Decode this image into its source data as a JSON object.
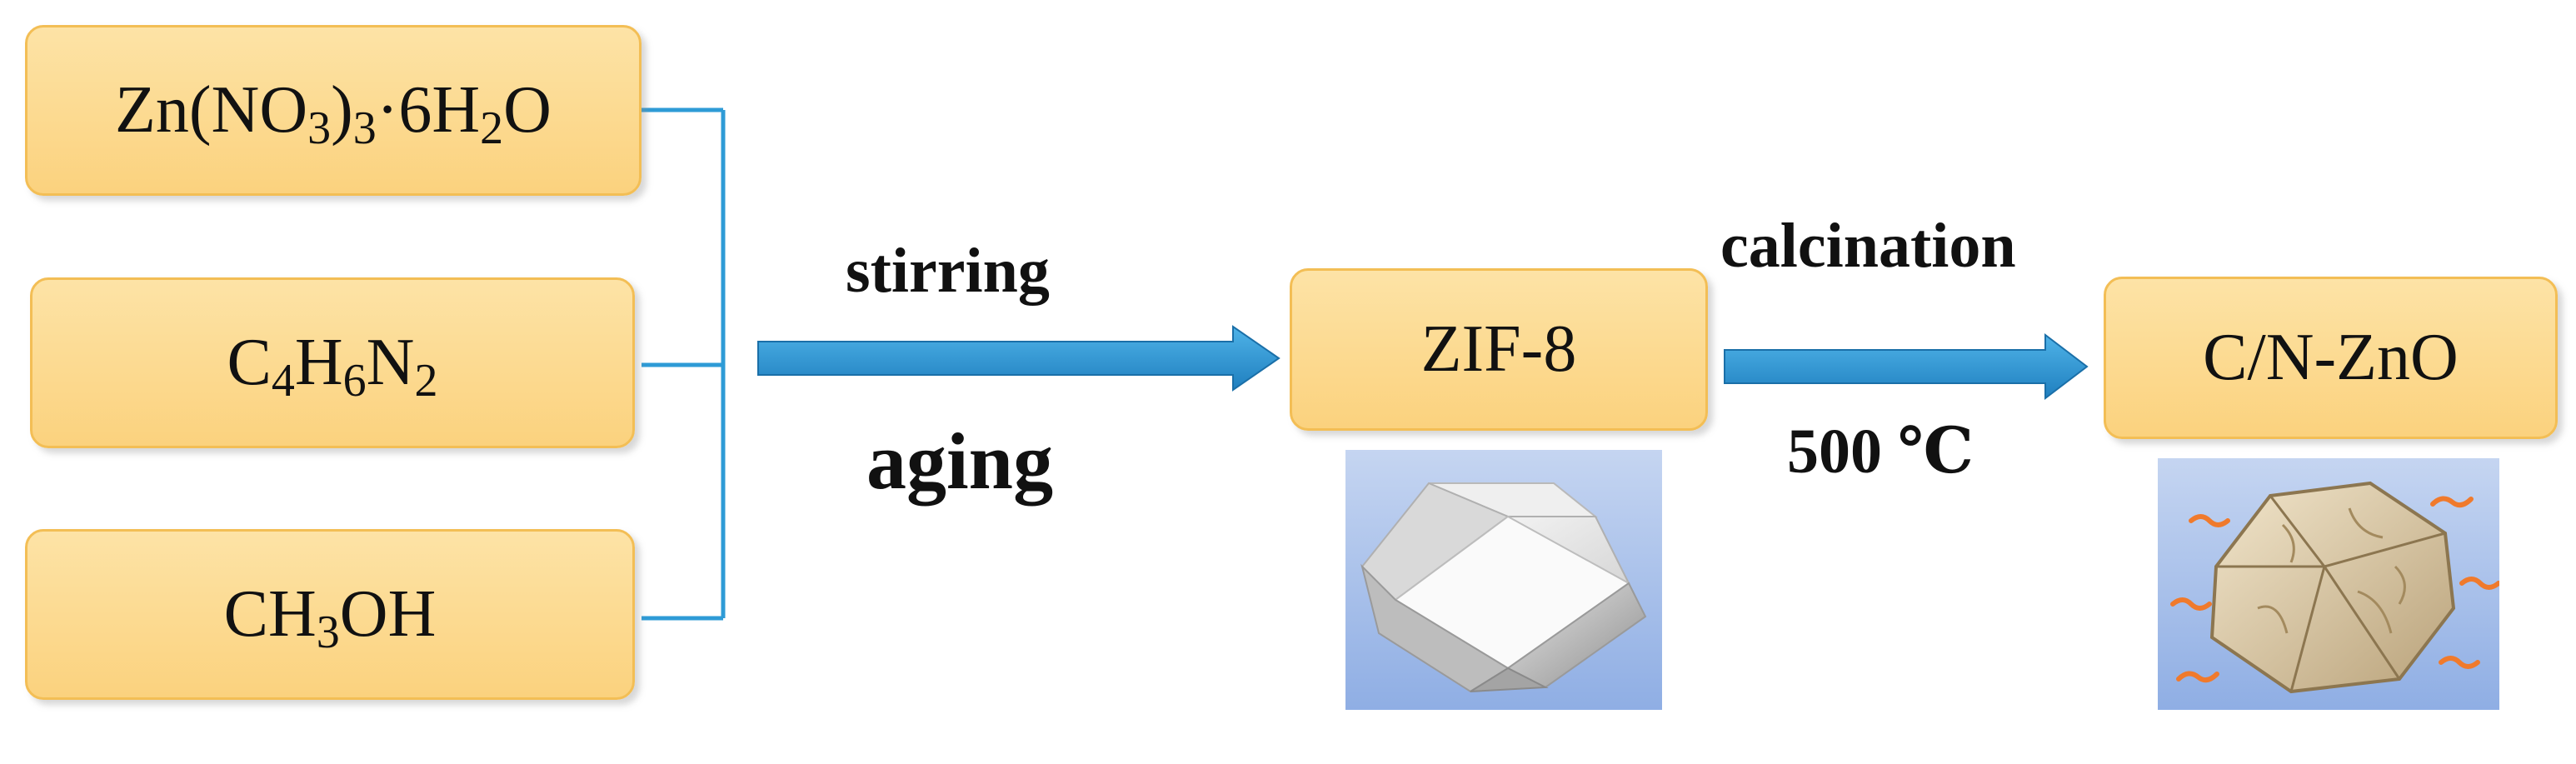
{
  "reactants": [
    {
      "main": "Zn(NO",
      "sub1": "3",
      "mid1": ")",
      "sub2": "3",
      "mid2": "·6H",
      "sub3": "2",
      "tail": "O"
    },
    {
      "main": "C",
      "sub1": "4",
      "mid1": "H",
      "sub2": "6",
      "mid2": "N",
      "sub3": "2",
      "tail": ""
    },
    {
      "main": "CH",
      "sub1": "3",
      "mid1": "OH",
      "sub2": "",
      "mid2": "",
      "sub3": "",
      "tail": ""
    }
  ],
  "steps": {
    "first_above": "stirring",
    "first_below": "aging",
    "second_above": "calcination",
    "second_below": "500 ℃"
  },
  "products": {
    "intermediate": "ZIF-8",
    "final": "C/N-ZnO"
  },
  "colors": {
    "box_fill": "#fcd78a",
    "box_border": "#f3be55",
    "connector": "#2e9bd6",
    "arrow": "#2b8fcc",
    "image_bg": "#9fbbe8"
  },
  "icons": {
    "zif8_image": "rhombic-dodecahedron-crystal-icon",
    "zno_image": "porous-dodecahedron-crystal-icon"
  }
}
